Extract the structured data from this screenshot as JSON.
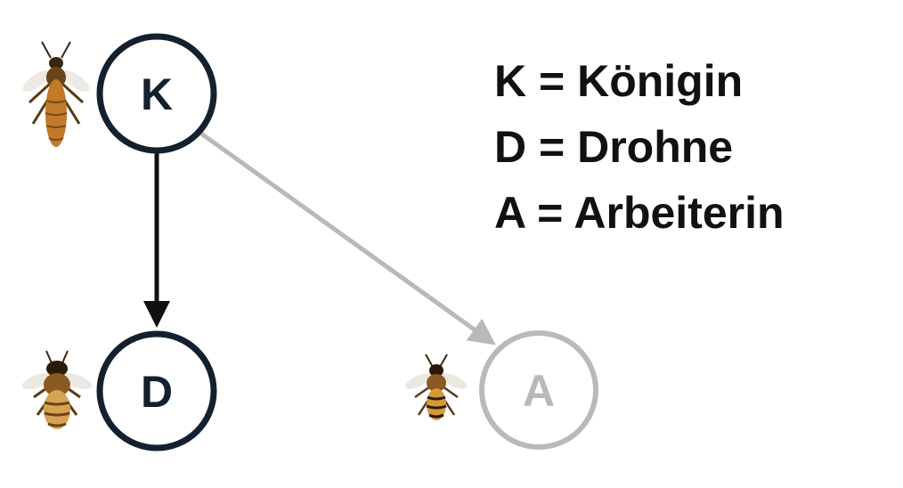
{
  "colors": {
    "node_dark": "#13202e",
    "node_faded": "#b9b9b9",
    "arrow_dark": "#111111",
    "arrow_faded": "#b9b9b9",
    "bee_body": "#c07a2a",
    "bee_dark": "#3a2610",
    "bee_wing": "#e8e4dc"
  },
  "nodes": {
    "queen": {
      "label": "K",
      "icon": "queen-bee-icon"
    },
    "drone": {
      "label": "D",
      "icon": "drone-bee-icon"
    },
    "worker": {
      "label": "A",
      "icon": "worker-bee-icon"
    }
  },
  "legend": {
    "line1": "K = Königin",
    "line2": "D = Drohne",
    "line3": "A = Arbeiterin"
  }
}
